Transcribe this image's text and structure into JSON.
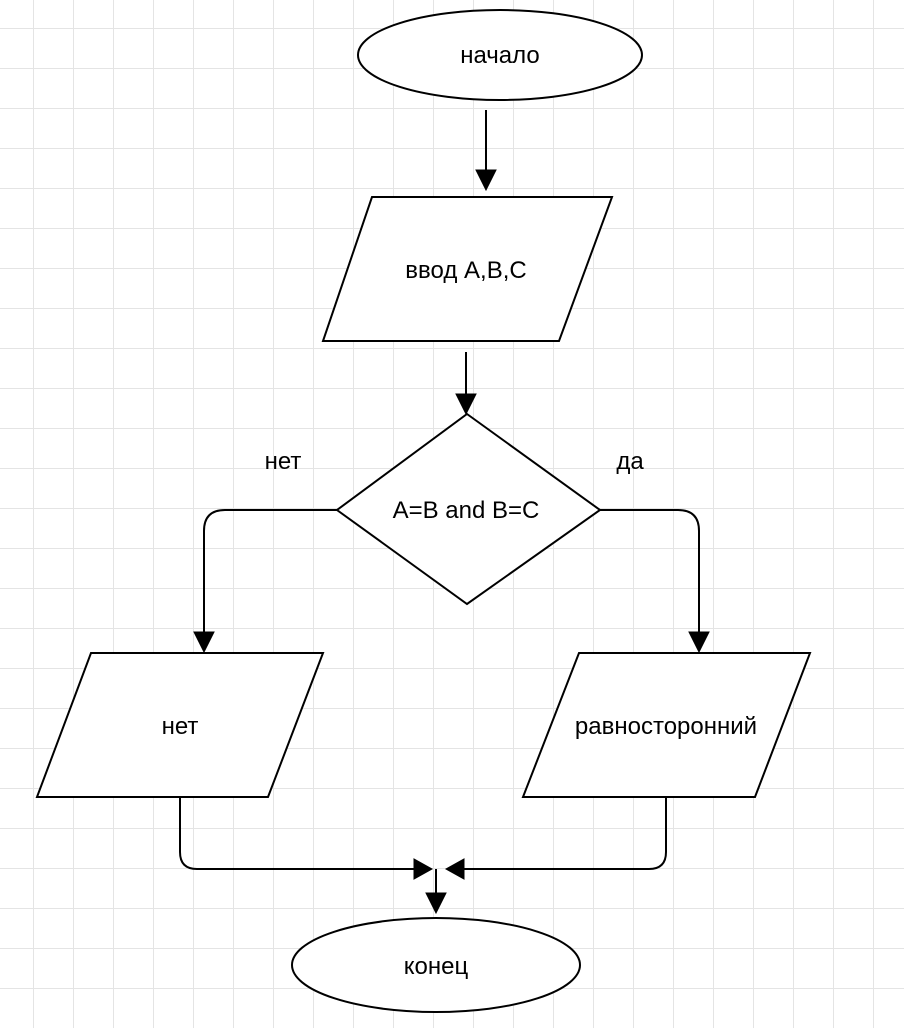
{
  "diagram": {
    "nodes": {
      "start": {
        "label": "начало",
        "shape": "ellipse"
      },
      "input": {
        "label": "ввод A,B,C",
        "shape": "parallelogram"
      },
      "decision": {
        "label": "A=B and B=C",
        "shape": "diamond"
      },
      "output_no": {
        "label": "нет",
        "shape": "parallelogram"
      },
      "output_yes": {
        "label": "равносторонний",
        "shape": "parallelogram"
      },
      "end": {
        "label": "конец",
        "shape": "ellipse"
      }
    },
    "branches": {
      "no": "нет",
      "yes": "да"
    }
  },
  "colors": {
    "grid": "#e4e4e4",
    "stroke": "#000000",
    "fill": "#ffffff"
  }
}
